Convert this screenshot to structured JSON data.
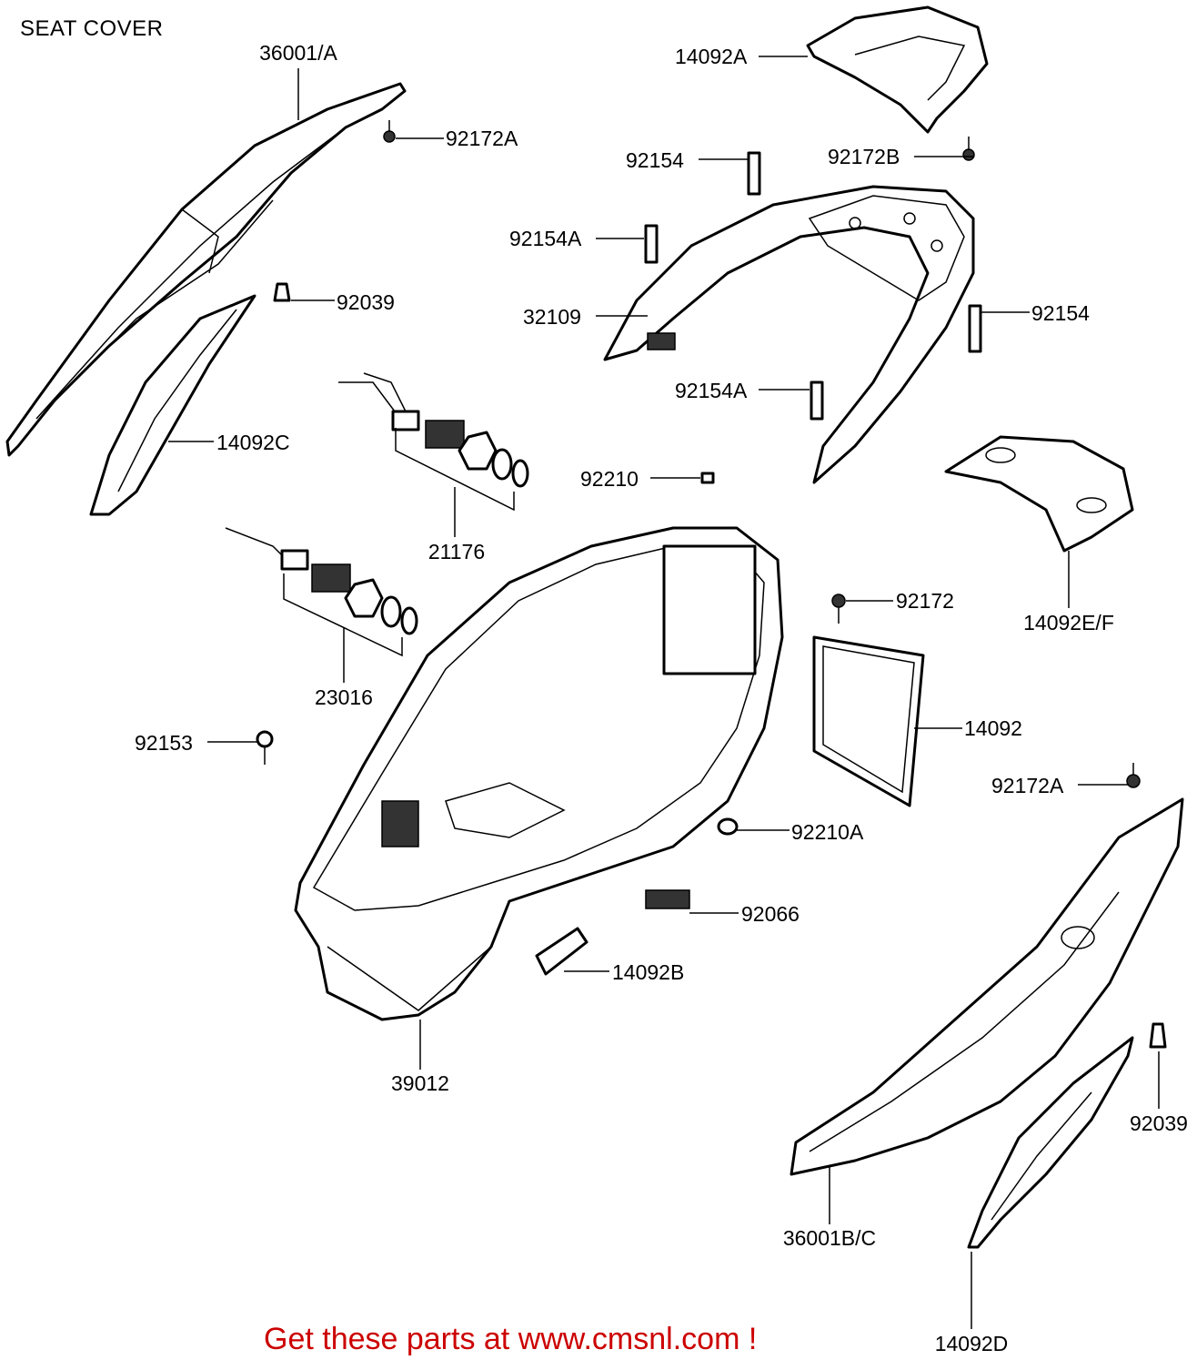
{
  "title": "SEAT COVER",
  "footer": "Get these parts at www.cmsnl.com !",
  "labels": {
    "p36001A": "36001/A",
    "p92172A_top": "92172A",
    "p14092A": "14092A",
    "p92154_top": "92154",
    "p92172B": "92172B",
    "p92154A_top": "92154A",
    "p92039_left": "92039",
    "p32109": "32109",
    "p92154_right": "92154",
    "p14092C": "14092C",
    "p92154A_mid": "92154A",
    "p92210": "92210",
    "p21176": "21176",
    "p14092EF": "14092E/F",
    "p92172": "92172",
    "p23016": "23016",
    "p14092": "14092",
    "p92153": "92153",
    "p92172A_right": "92172A",
    "p92210A": "92210A",
    "p92066": "92066",
    "p14092B": "14092B",
    "p39012": "39012",
    "p92039_right": "92039",
    "p36001BC": "36001B/C",
    "p14092D": "14092D"
  }
}
